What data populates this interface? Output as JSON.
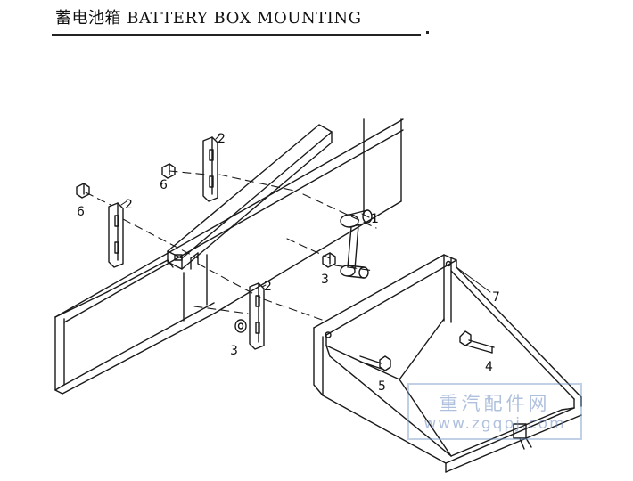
{
  "title": "蓄电池箱 BATTERY BOX MOUNTING",
  "watermark": {
    "text_cn": "重汽配件网",
    "url": "www.zgqpj.com"
  },
  "part_labels": {
    "bracket_top": "2",
    "bolt_top": "6",
    "bracket_left": "2",
    "bolt_left": "6",
    "hanger": "1",
    "nut_hanger": "3",
    "bracket_low": "2",
    "nut_low": "3",
    "battery_box": "7",
    "bolt_box_right": "4",
    "bolt_box_left": "5"
  },
  "colors": {
    "line": "#1a1a1a",
    "watermark": "#8aa2cf"
  }
}
